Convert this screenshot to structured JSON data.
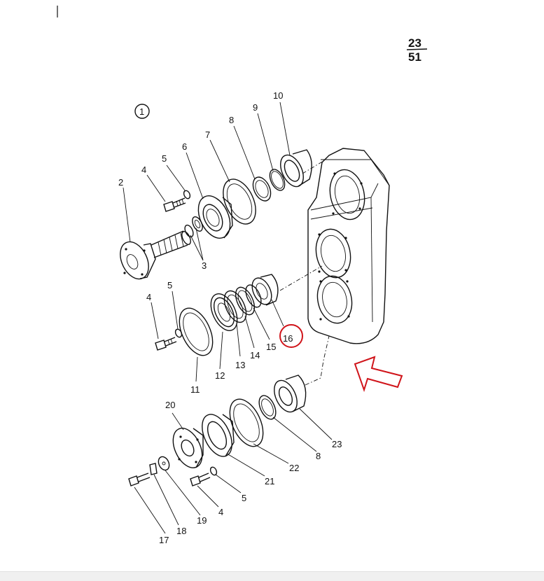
{
  "page": {
    "fraction_top": "23",
    "fraction_bottom": "51",
    "group_number": "1"
  },
  "colors": {
    "ink": "#111111",
    "highlight": "#d0141a",
    "bar": "#f0f0f0"
  },
  "callouts": [
    {
      "id": "c2",
      "text": "2"
    },
    {
      "id": "c3",
      "text": "3"
    },
    {
      "id": "c4a",
      "text": "4"
    },
    {
      "id": "c5a",
      "text": "5"
    },
    {
      "id": "c6",
      "text": "6"
    },
    {
      "id": "c7",
      "text": "7"
    },
    {
      "id": "c8a",
      "text": "8"
    },
    {
      "id": "c9",
      "text": "9"
    },
    {
      "id": "c10",
      "text": "10"
    },
    {
      "id": "c4b",
      "text": "4"
    },
    {
      "id": "c5b",
      "text": "5"
    },
    {
      "id": "c11",
      "text": "11"
    },
    {
      "id": "c12",
      "text": "12"
    },
    {
      "id": "c13",
      "text": "13"
    },
    {
      "id": "c14",
      "text": "14"
    },
    {
      "id": "c15",
      "text": "15"
    },
    {
      "id": "c16",
      "text": "16"
    },
    {
      "id": "c20",
      "text": "20"
    },
    {
      "id": "c17",
      "text": "17"
    },
    {
      "id": "c18",
      "text": "18"
    },
    {
      "id": "c19",
      "text": "19"
    },
    {
      "id": "c4c",
      "text": "4"
    },
    {
      "id": "c5c",
      "text": "5"
    },
    {
      "id": "c21",
      "text": "21"
    },
    {
      "id": "c22",
      "text": "22"
    },
    {
      "id": "c8b",
      "text": "8"
    },
    {
      "id": "c23",
      "text": "23"
    }
  ]
}
